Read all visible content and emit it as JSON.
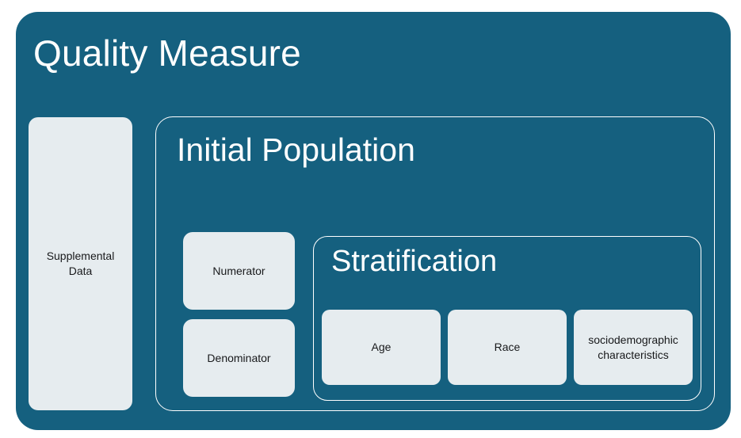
{
  "diagram": {
    "type": "nested-containment-diagram",
    "colors": {
      "container_fill": "#15607f",
      "leaf_fill": "#e6ecef",
      "container_border": "#ffffff",
      "container_text": "#ffffff",
      "leaf_text": "#18191b",
      "page_background": "#ffffff"
    },
    "root": {
      "title": "Quality Measure",
      "supplemental": {
        "label": "Supplemental Data"
      },
      "initial_population": {
        "title": "Initial Population",
        "components": [
          {
            "label": "Numerator"
          },
          {
            "label": "Denominator"
          }
        ],
        "stratification": {
          "title": "Stratification",
          "items": [
            {
              "label": "Age"
            },
            {
              "label": "Race"
            },
            {
              "label": "sociodemographic characteristics"
            }
          ]
        }
      }
    }
  }
}
